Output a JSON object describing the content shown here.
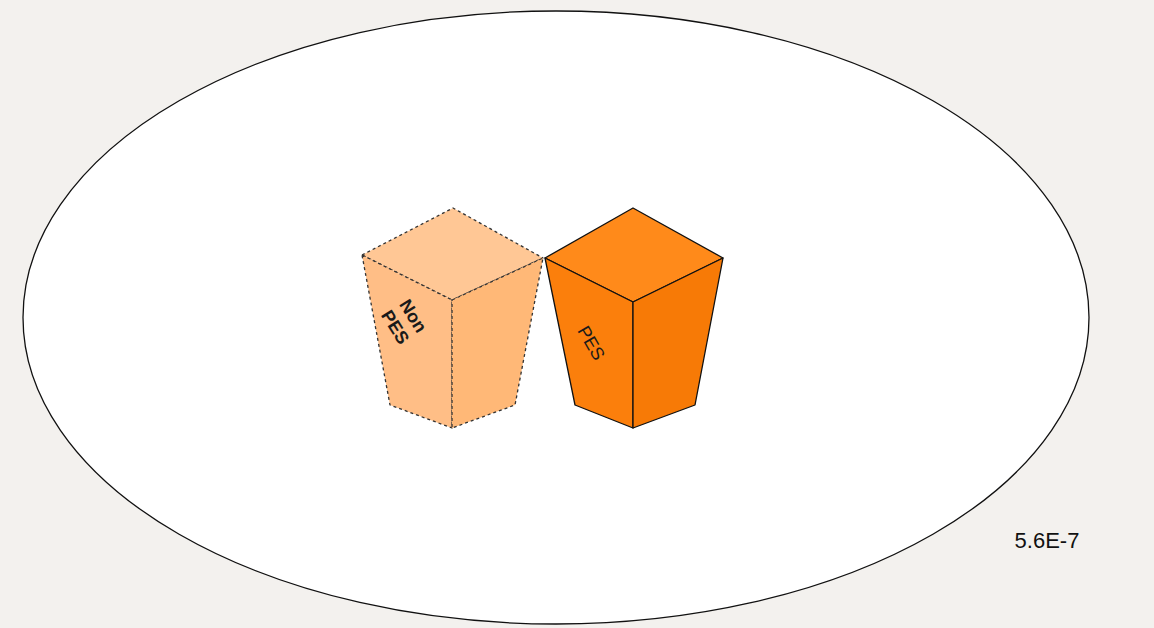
{
  "diagram": {
    "nodes": [
      {
        "text": [
          "5.6E-7"
        ]
      },
      {
        "text": [
          "Non PES"
        ],
        "in": 0
      },
      {
        "text": [
          "PES"
        ],
        "in": 0
      }
    ]
  }
}
